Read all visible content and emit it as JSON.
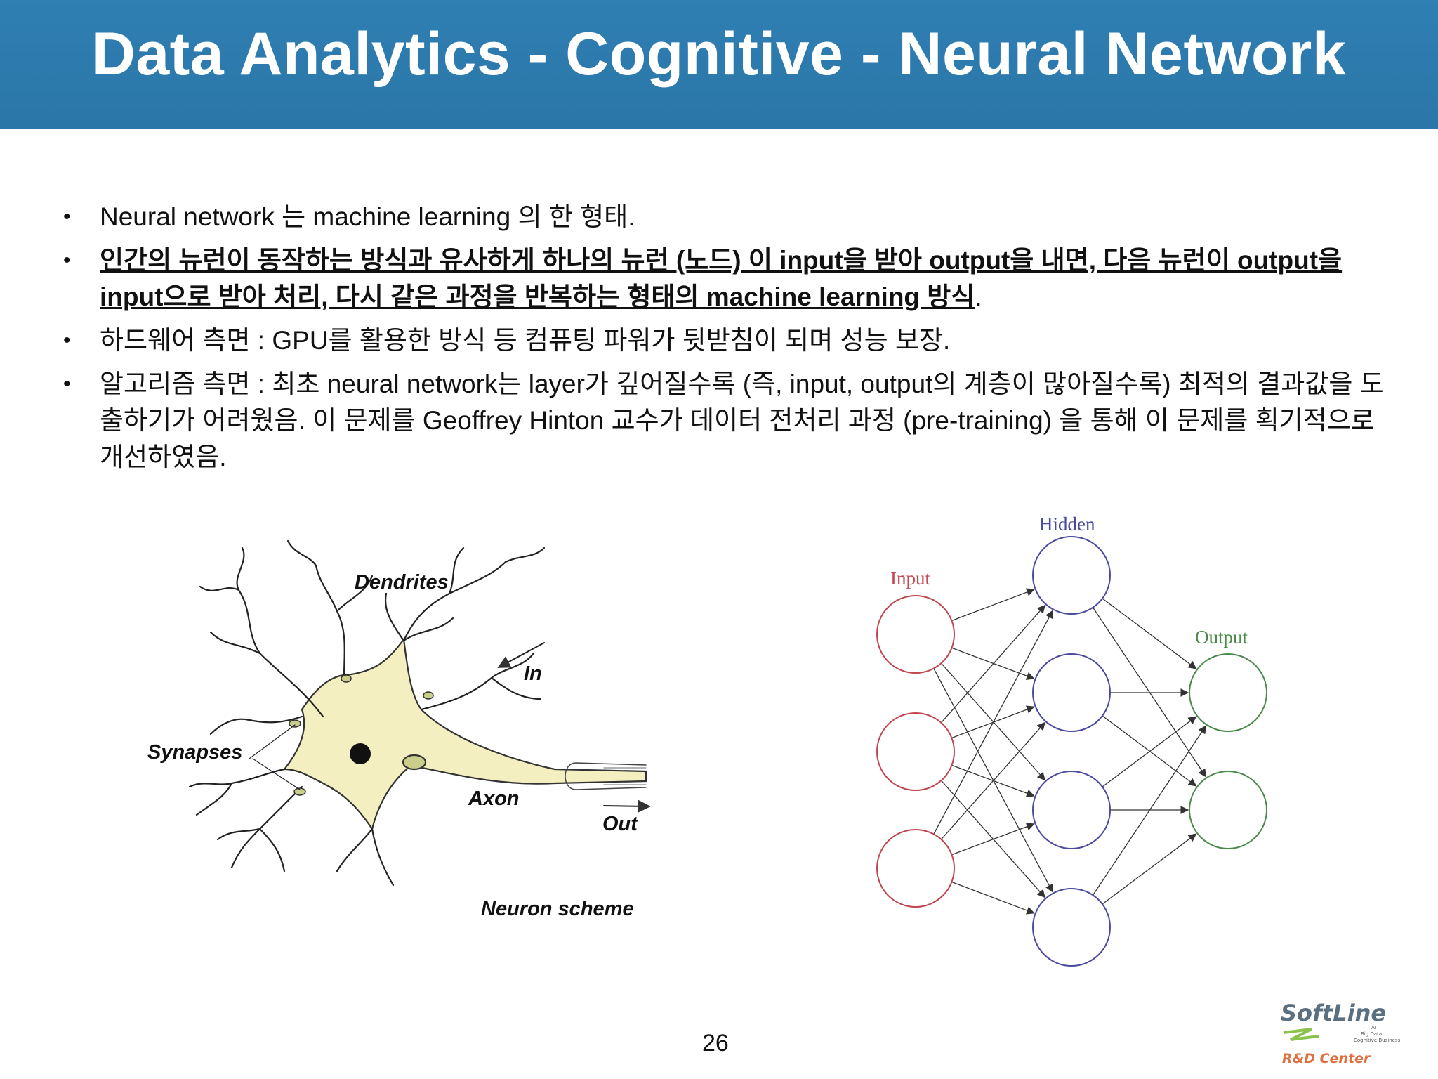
{
  "slide": {
    "title": "Data Analytics - Cognitive - Neural Network",
    "bullets": [
      {
        "text": "Neural network 는 machine learning 의 한 형태.",
        "bold": false
      },
      {
        "text": "인간의 뉴런이 동작하는 방식과 유사하게 하나의 뉴런 (노드) 이 input을 받아 output을 내면, 다음 뉴런이 output을 input으로 받아 처리, 다시 같은 과정을 반복하는 형태의 machine learning 방식",
        "bold": true,
        "trailing": "."
      },
      {
        "text": "하드웨어 측면 : GPU를 활용한 방식 등 컴퓨팅 파워가 뒷받침이 되며 성능 보장.",
        "bold": false
      },
      {
        "text": "알고리즘 측면 : 최초 neural network는 layer가 깊어질수록 (즉, input, output의 계층이 많아질수록) 최적의 결과값을 도출하기가 어려웠음. 이 문제를 Geoffrey Hinton 교수가 데이터 전처리 과정 (pre-training) 을 통해 이 문제를 획기적으로 개선하였음.",
        "bold": false
      }
    ],
    "bullet_symbol": "•",
    "page_number": "26"
  },
  "neuron_figure": {
    "dendrites": "Dendrites",
    "in": "In",
    "synapses": "Synapses",
    "axon": "Axon",
    "out": "Out",
    "caption": "Neuron scheme"
  },
  "network_figure": {
    "input_label": "Input",
    "hidden_label": "Hidden",
    "output_label": "Output",
    "input_color": "#c2464f",
    "hidden_color": "#4a4a9e",
    "output_color": "#4a8a4a",
    "layer_sizes": [
      3,
      4,
      2
    ]
  },
  "logo": {
    "brand": "SoftLine",
    "tagline": "AI Big Data Cognitive Business",
    "center": "R&D Center"
  },
  "colors": {
    "header": "#2f7fb3",
    "cell_body": "#f3efc0"
  }
}
